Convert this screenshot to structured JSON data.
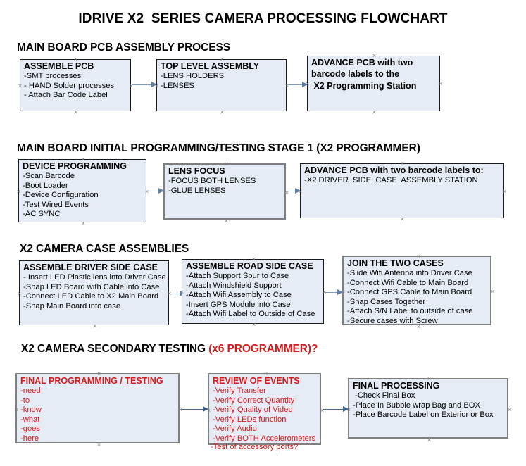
{
  "document": {
    "title": "IDRIVE X2  SERIES CAMERA PROCESSING FLOWCHART"
  },
  "colors": {
    "box_fill": "#e6ecf6",
    "box_border": "#1a1a1a",
    "box_border_grey": "#7f7f7f",
    "arrow": "#7e9bbf",
    "accent_red": "#d41b1b",
    "text": "#000000",
    "background": "#ffffff"
  },
  "sections": [
    {
      "heading": "MAIN BOARD PCB ASSEMBLY PROCESS",
      "heading_accent": "",
      "boxes": [
        {
          "title": "ASSEMBLE PCB",
          "lines": [
            "-SMT processes",
            "- HAND Solder processes",
            "- Attach Bar Code Label"
          ]
        },
        {
          "title": "TOP LEVEL ASSEMBLY",
          "lines": [
            "-LENS HOLDERS",
            "-LENSES"
          ]
        },
        {
          "title": "ADVANCE PCB with two",
          "lines": [
            "barcode labels to the",
            " X2 Programming Station"
          ]
        }
      ]
    },
    {
      "heading": "MAIN BOARD INITIAL PROGRAMMING/TESTING STAGE 1 (X2 PROGRAMMER)",
      "heading_accent": "",
      "boxes": [
        {
          "title": "DEVICE PROGRAMMING",
          "lines": [
            "-Scan Barcode",
            "-Boot Loader",
            "-Device Configuration",
            "-Test Wired Events",
            "-AC SYNC"
          ]
        },
        {
          "title": "LENS FOCUS",
          "lines": [
            "-FOCUS BOTH LENSES",
            "-GLUE LENSES"
          ]
        },
        {
          "title": "ADVANCE PCB with two barcode labels to:",
          "lines": [
            "-X2 DRIVER  SIDE  CASE  ASSEMBLY STATION"
          ]
        }
      ]
    },
    {
      "heading": "X2 CAMERA CASE ASSEMBLIES",
      "heading_accent": "",
      "boxes": [
        {
          "title": "ASSEMBLE DRIVER SIDE CASE",
          "lines": [
            "- Insert LED Plastic lens into Driver Case",
            "-Snap LED Board with Cable into Case",
            "-Connect LED Cable to X2 Main Board",
            "-Snap Main Board into case"
          ]
        },
        {
          "title": "ASSEMBLE ROAD SIDE CASE",
          "lines": [
            "-Attach Support Spur to Case",
            "-Attach Windshield Support",
            "-Attach Wifi Assembly to Case",
            "-Insert GPS Module into Case",
            "-Attach Wifi Label to Outside of Case"
          ]
        },
        {
          "title": "JOIN THE TWO CASES",
          "lines": [
            "-Slide Wifi Antenna into Driver Case",
            "-Connect Wifi Cable to Main Board",
            "-Connect GPS Cable to Main Board",
            "-Snap Cases Together",
            "-Attach S/N Label to outside of case",
            "-Secure cases with Screw"
          ]
        }
      ]
    },
    {
      "heading": "X2 CAMERA SECONDARY TESTING ",
      "heading_accent": "(x6 PROGRAMMER)?",
      "boxes": [
        {
          "title": "FINAL PROGRAMMING / TESTING",
          "lines": [
            "-need",
            "-to",
            "-know",
            "-what",
            "-goes",
            "-here"
          ]
        },
        {
          "title": "REVIEW OF EVENTS",
          "lines": [
            "-Verify Transfer",
            "-Verify Correct Quantity",
            "-Verify Quality of Video",
            "-Verify LEDs function",
            "-Verify Audio",
            "-Verify BOTH Accelerometers"
          ],
          "overflow_line": "-Test of accessory ports?"
        },
        {
          "title": "FINAL PROCESSING",
          "lines": [
            " -Check Final Box",
            "-Place In Bubble wrap Bag and BOX",
            "-Place Barcode Label on Exterior or Box"
          ]
        }
      ]
    }
  ]
}
